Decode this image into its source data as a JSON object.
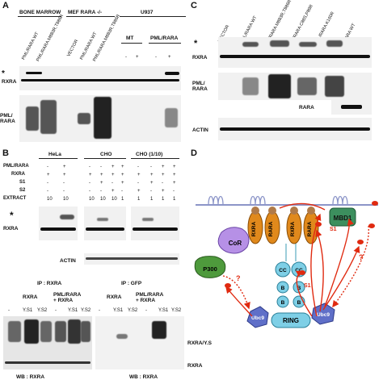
{
  "panels": {
    "A": {
      "letter": "A",
      "groups": [
        "BONE MARROW",
        "MEF RARA -/-",
        "U937"
      ],
      "lanes": [
        "PML/RARA WT",
        "PML/RARA M883R,T886R",
        "VECTOR",
        "PML/RARA WT",
        "PML/RARA M883R,T886R"
      ],
      "u937_groups": [
        "MT",
        "PML/RARA"
      ],
      "u937_signs": [
        "-",
        "+",
        "-",
        "+"
      ],
      "labels": {
        "star": "*",
        "rxra": "RXRA",
        "pml_rara": "PML/\nRARA"
      }
    },
    "B": {
      "letter": "B",
      "groups": [
        "HeLa",
        "CHO",
        "CHO (1/10)"
      ],
      "row_labels": [
        "PML/RARA",
        "RXRA",
        "S1",
        "S2",
        "EXTRACT"
      ],
      "rows": {
        "pml_rara": [
          "-",
          "+",
          "-",
          "-",
          "+",
          "+",
          "-",
          "-",
          "+",
          "+"
        ],
        "rxra": [
          "+",
          "+",
          "+",
          "+",
          "+",
          "+",
          "+",
          "+",
          "+",
          "+"
        ],
        "s1": [
          "-",
          "-",
          "-",
          "+",
          "-",
          "+",
          "-",
          "+",
          "-",
          "+"
        ],
        "s2": [
          "-",
          "-",
          "-",
          "-",
          "+",
          "-",
          "+",
          "-",
          "+",
          "-"
        ],
        "extract": [
          "10",
          "10",
          "10",
          "10",
          "10",
          "1",
          "1",
          "1",
          "1",
          "1"
        ]
      },
      "labels": {
        "star": "*",
        "rxra": "RXRA",
        "actin": "ACTIN"
      },
      "ip_left": {
        "title": "IP : RXRA",
        "groups": [
          "RXRA",
          "PML/RARA\n+ RXRA"
        ],
        "lanes": [
          "-",
          "Y.S1",
          "Y.S2",
          "-",
          "Y.S1",
          "Y.S2"
        ],
        "wb": "WB : RXRA"
      },
      "ip_right": {
        "title": "IP : GFP",
        "groups": [
          "RXRA",
          "PML/RARA\n+ RXRA"
        ],
        "lanes": [
          "-",
          "Y.S1",
          "Y.S2",
          "-",
          "Y.S1",
          "Y.S2"
        ],
        "wb": "WB : RXRA"
      },
      "right_labels": {
        "rxra_ys": "RXRA/Y.S",
        "rxra": "RXRA"
      }
    },
    "C": {
      "letter": "C",
      "lanes": [
        "VECTOR",
        "PML/RARA WT",
        "PML/RARA M883R,T886R",
        "PML/RARA C88S,P89R",
        "PML/RARA K160R",
        "RARA WT"
      ],
      "labels": {
        "star": "*",
        "rxra": "RXRA",
        "pml_rara": "PML/\nRARA",
        "rara": "RARA",
        "actin": "ACTIN"
      }
    },
    "D": {
      "letter": "D",
      "nodes": {
        "rxra1": "RXRA",
        "rxra2": "RXRA",
        "rara1": "RARA",
        "rara2": "RARA",
        "cor": "CoR",
        "p300": "P300",
        "mbd1": "MBD1",
        "ubc9_left": "Ubc9",
        "ubc9_right": "Ubc9",
        "cc": "CC",
        "b": "B",
        "ring": "RING",
        "s1": "S1",
        "q": "?"
      }
    }
  },
  "colors": {
    "rxra": "#e0891c",
    "rara": "#e0891c",
    "pml": "#7ecfe6",
    "cor": "#b690e6",
    "p300": "#4e9a3c",
    "mbd1": "#3c8f5e",
    "ubc9": "#5f6fc8",
    "arrow": "#e02a10",
    "membrane": "#8c95c8"
  }
}
